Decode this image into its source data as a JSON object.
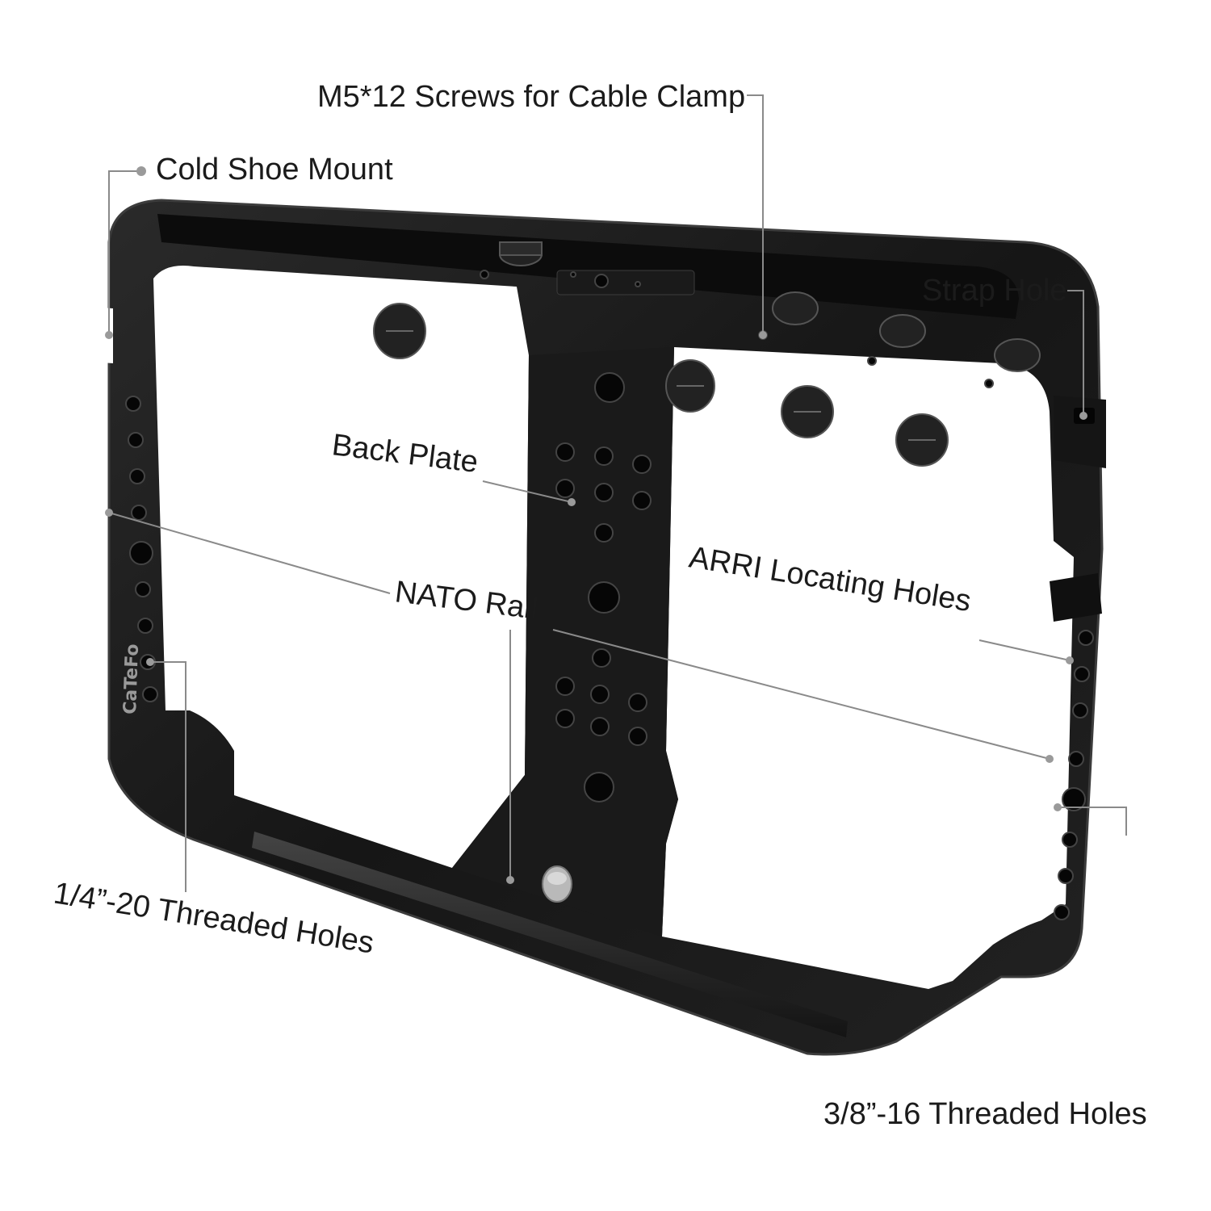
{
  "product": {
    "brand": "CaTeFo",
    "colors": {
      "frame": "#1c1c1c",
      "frame_edge": "#3c3c3c",
      "hole": "#060606",
      "screw": "#222222",
      "leader_line": "#8a8a8a",
      "text": "#1b1b1b",
      "background": "#ffffff"
    }
  },
  "callouts": {
    "m5_screws": "M5*12 Screws for Cable Clamp",
    "cold_shoe": "Cold Shoe Mount",
    "strap_hole": "Strap Hole",
    "back_plate": "Back Plate",
    "arri_holes": "ARRI Locating Holes",
    "nato_rail": "NATO Rail",
    "quarter_threads": "1/4”-20 Threaded Holes",
    "threeeighths_threads": "3/8”-16 Threaded Holes"
  }
}
